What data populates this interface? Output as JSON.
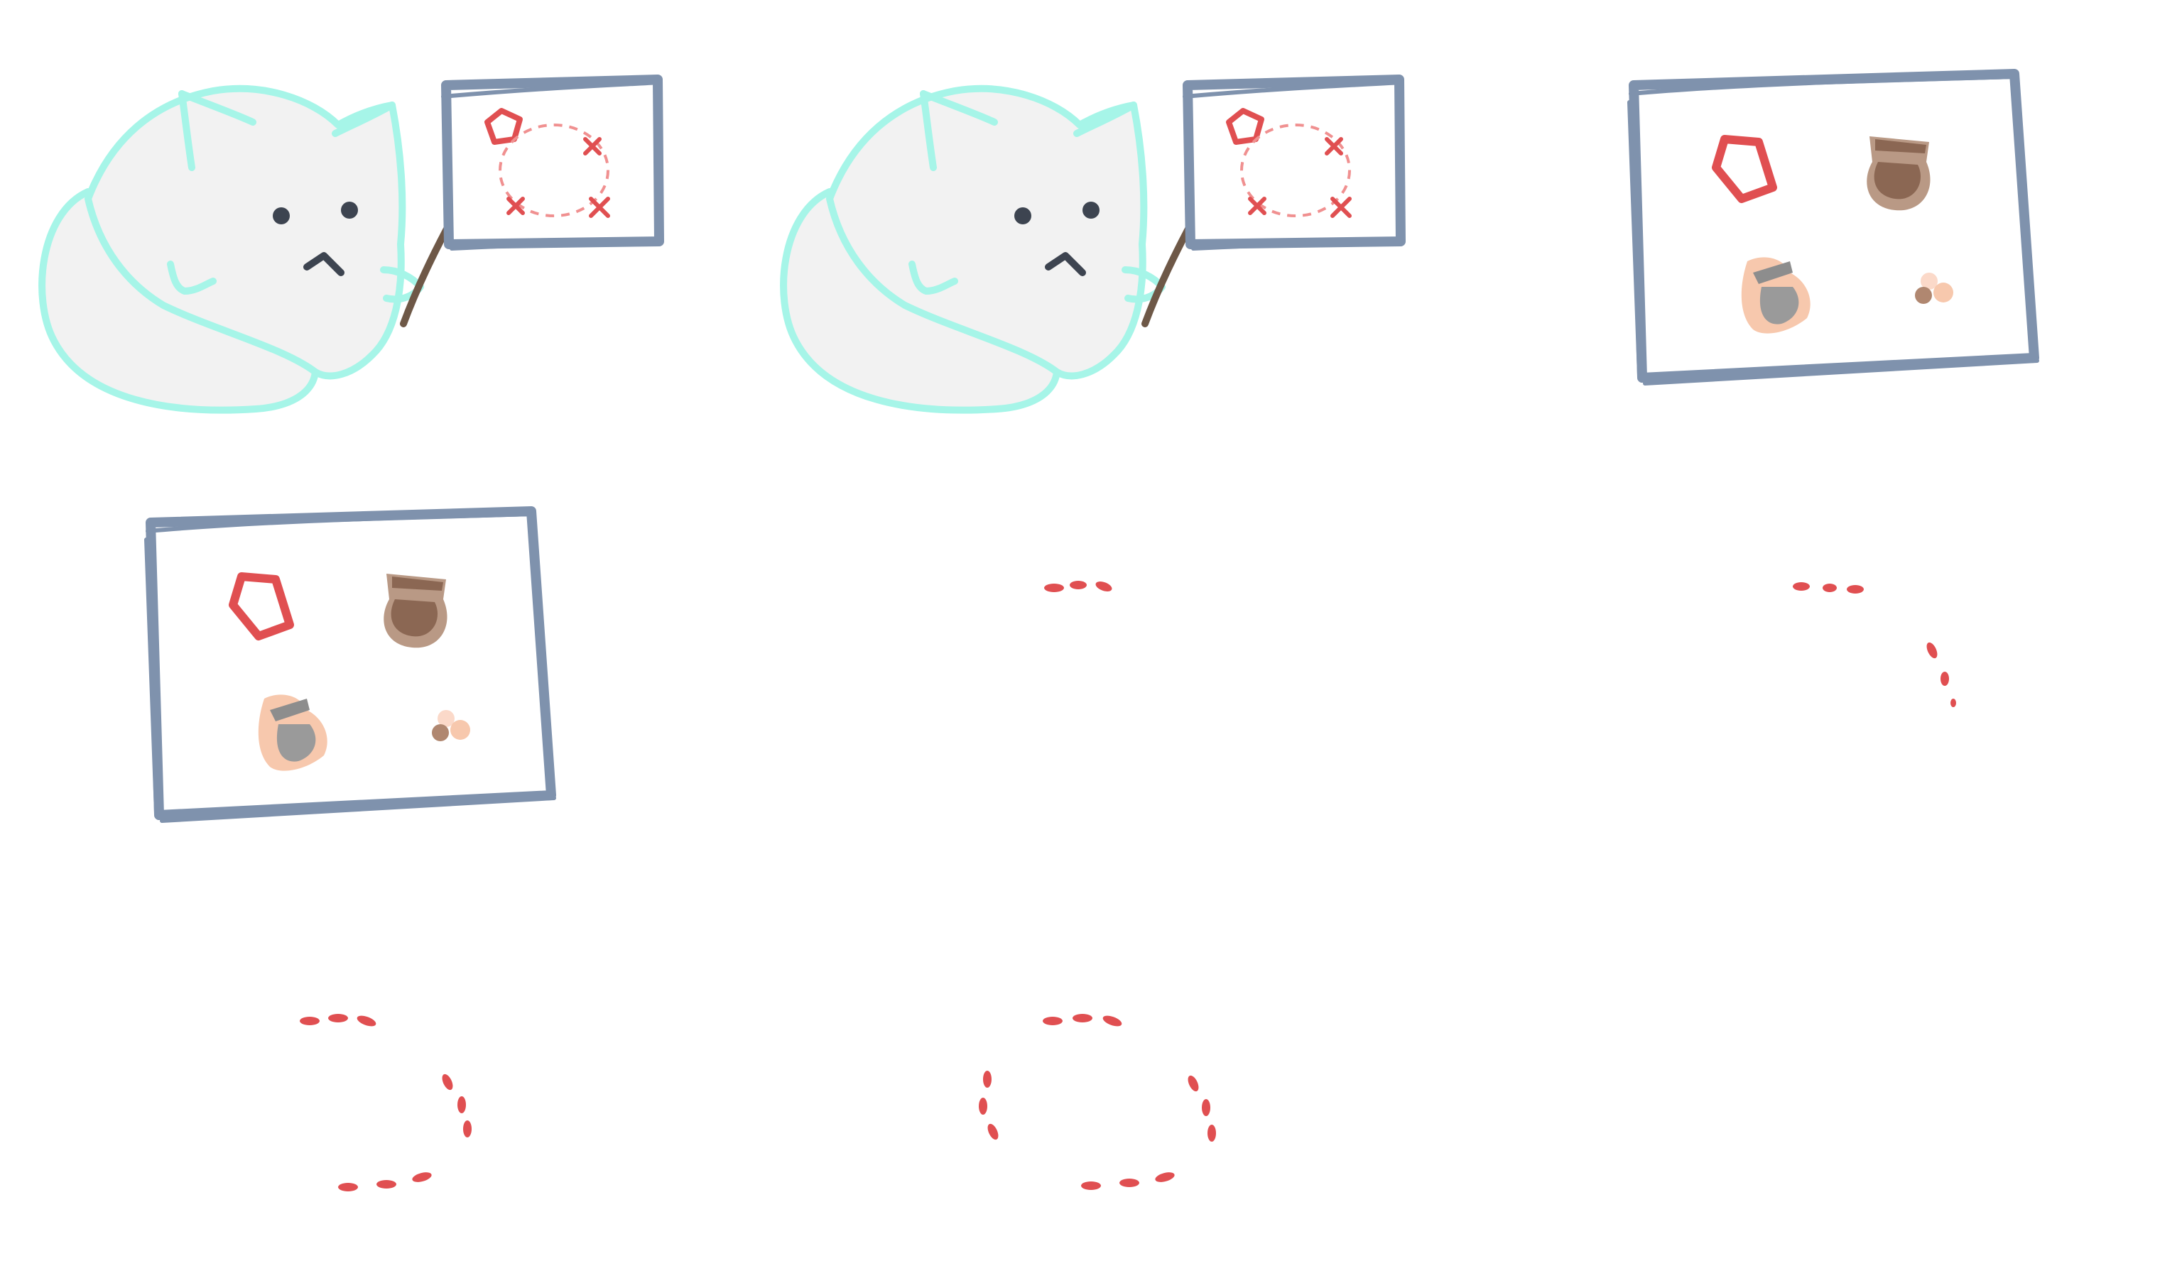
{
  "scene": {
    "panels": [
      {
        "id": "panel-1",
        "content": "cat-pointing-at-board"
      },
      {
        "id": "panel-2",
        "content": "cat-pointing-at-board"
      },
      {
        "id": "panel-3",
        "content": "board-with-icons"
      },
      {
        "id": "panel-4",
        "content": "board-with-icons"
      },
      {
        "id": "panel-5",
        "content": "dash-ring-stage-1"
      },
      {
        "id": "panel-6",
        "content": "dash-ring-stage-2"
      },
      {
        "id": "panel-7",
        "content": "dash-ring-stage-3"
      },
      {
        "id": "panel-8",
        "content": "dash-ring-stage-4"
      }
    ],
    "icons": [
      "pentagon-icon",
      "brown-pot-icon",
      "gray-pot-icon",
      "dots-icon"
    ],
    "colors": {
      "cat_outline": "#a6f5e8",
      "cat_fill": "#f2f2f2",
      "board_frame": "#7f92ad",
      "red": "#e04f51",
      "brown": "#8b6753",
      "tan": "#b99985",
      "gray": "#9a9a9a",
      "peach": "#f7c8ad",
      "stick": "#6e5847",
      "eyes": "#3d4450"
    }
  }
}
